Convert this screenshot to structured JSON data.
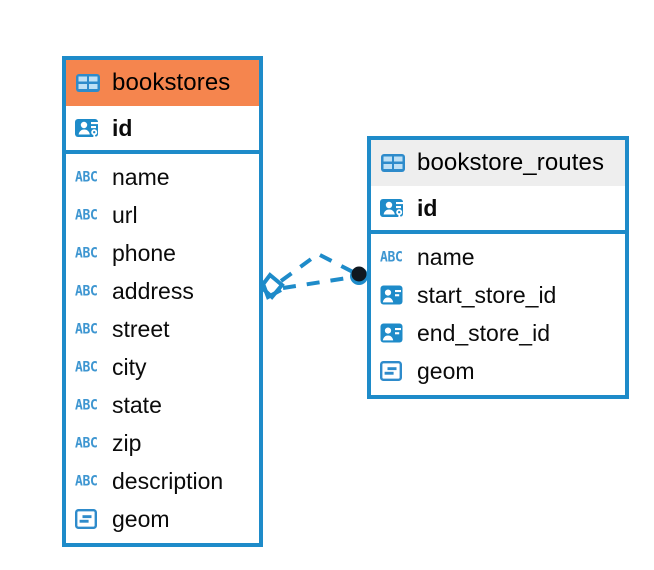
{
  "diagram": {
    "type": "entity-relationship-diagram",
    "background": "#ffffff",
    "accent_color": "#1E8BC9",
    "highlight_color": "#F5854E",
    "neutral_header_color": "#EEEEEE"
  },
  "tables": [
    {
      "name": "bookstores",
      "header_style": "accent",
      "primary_key": {
        "name": "id",
        "icon": "primary-key-icon"
      },
      "fields": [
        {
          "name": "name",
          "icon": "text-field-icon"
        },
        {
          "name": "url",
          "icon": "text-field-icon"
        },
        {
          "name": "phone",
          "icon": "text-field-icon"
        },
        {
          "name": "address",
          "icon": "text-field-icon"
        },
        {
          "name": "street",
          "icon": "text-field-icon"
        },
        {
          "name": "city",
          "icon": "text-field-icon"
        },
        {
          "name": "state",
          "icon": "text-field-icon"
        },
        {
          "name": "zip",
          "icon": "text-field-icon"
        },
        {
          "name": "description",
          "icon": "text-field-icon"
        },
        {
          "name": "geom",
          "icon": "geometry-field-icon"
        }
      ]
    },
    {
      "name": "bookstore_routes",
      "header_style": "neutral",
      "primary_key": {
        "name": "id",
        "icon": "primary-key-icon"
      },
      "fields": [
        {
          "name": "name",
          "icon": "text-field-icon"
        },
        {
          "name": "start_store_id",
          "icon": "foreign-key-icon"
        },
        {
          "name": "end_store_id",
          "icon": "foreign-key-icon"
        },
        {
          "name": "geom",
          "icon": "geometry-field-icon"
        }
      ]
    }
  ],
  "relationship": {
    "from_table": "bookstores",
    "to_table": "bookstore_routes",
    "line_style": "dashed",
    "color": "#1E8BC9",
    "source_marker": "many-diamond-marker",
    "target_marker": "one-filled-circle-marker"
  },
  "icon_labels": {
    "text_field": "ABC",
    "table": "table-grid-icon"
  }
}
